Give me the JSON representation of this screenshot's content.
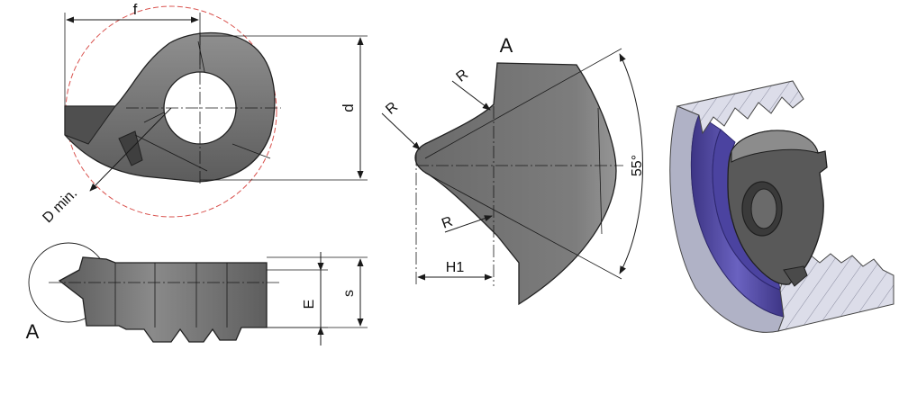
{
  "labels": {
    "f": "f",
    "d": "d",
    "d_min": "D min.",
    "e": "E",
    "s": "s",
    "h1": "H1",
    "r_top": "R",
    "r_tip": "R",
    "r_bottom": "R",
    "view_a_top": "A",
    "view_a_detail": "A",
    "angle": "55°"
  },
  "colors": {
    "insert_gray": "#6f6f6f",
    "insert_dark": "#4a4a4a",
    "insert_light": "#9a9a9a",
    "hatch_fill": "#d9dbe8",
    "cut_purple": "#5a52a8",
    "red_circle": "#d9534f"
  }
}
